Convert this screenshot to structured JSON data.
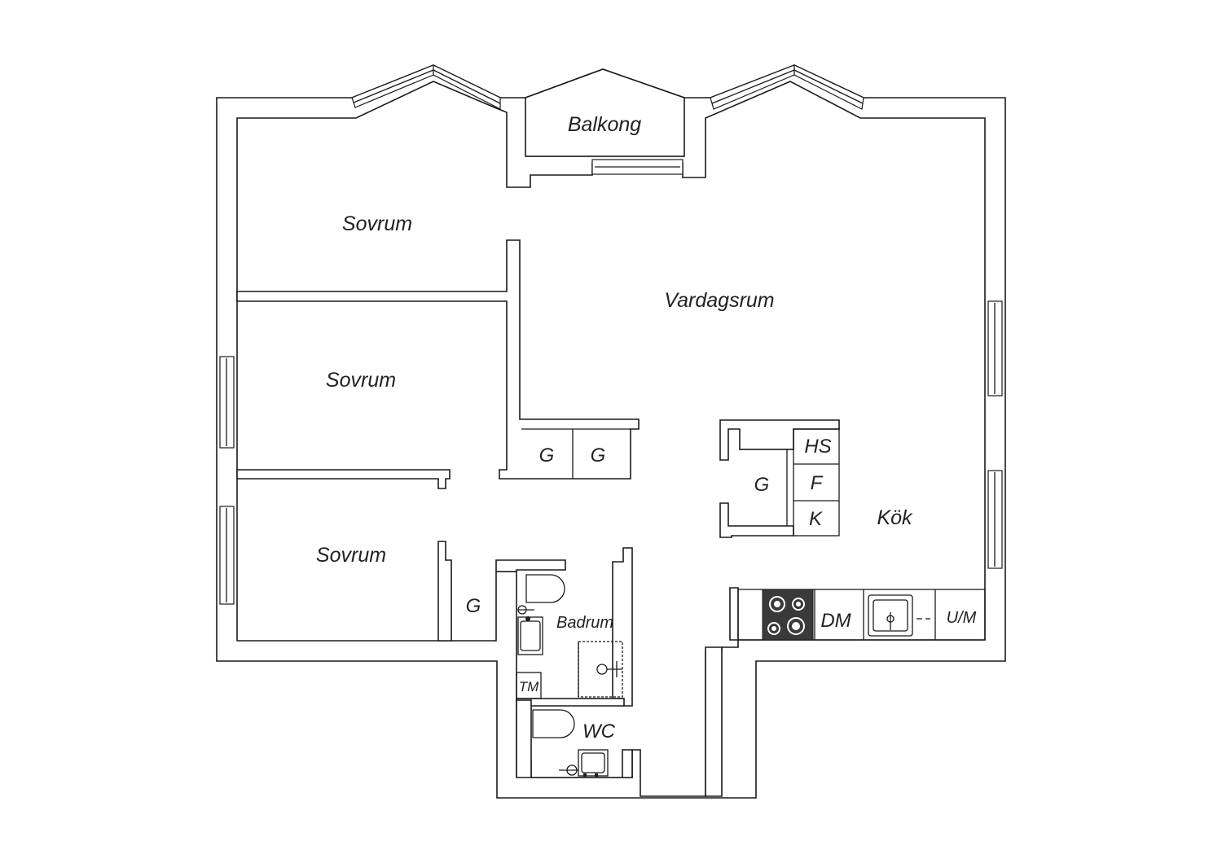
{
  "plan": {
    "rooms": {
      "balcony": "Balkong",
      "bedroom_top": "Sovrum",
      "bedroom_middle": "Sovrum",
      "bedroom_bottom": "Sovrum",
      "living_room": "Vardagsrum",
      "kitchen": "Kök",
      "bathroom": "Badrum",
      "wc": "WC"
    },
    "fixtures": {
      "wardrobe_a": "G",
      "wardrobe_b": "G",
      "wardrobe_kitchen": "G",
      "wardrobe_bath": "G",
      "hs": "HS",
      "fridge": "F",
      "freezer": "K",
      "dishwasher": "DM",
      "microwave": "U/M",
      "washer": "TM"
    },
    "colors": {
      "line": "#1a1a1a",
      "background": "#ffffff",
      "stove": "#3a3a3a"
    }
  }
}
